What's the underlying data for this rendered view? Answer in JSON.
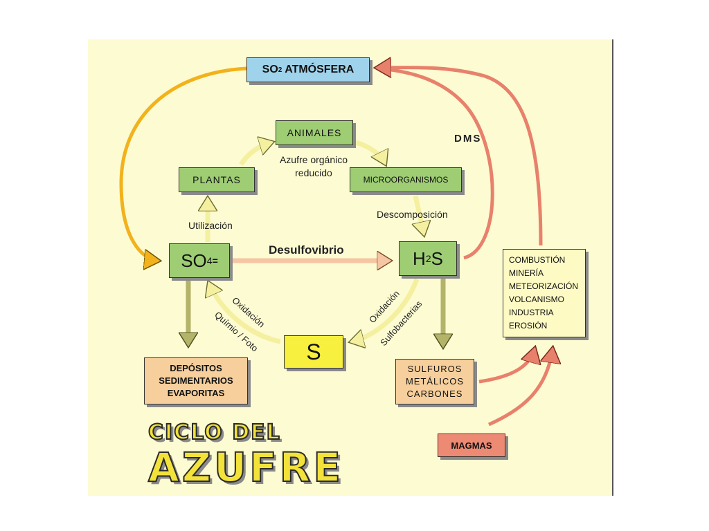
{
  "title": {
    "line1": "CICLO DEL",
    "line2": "AZUFRE"
  },
  "boxes": {
    "so2": {
      "main": "SO",
      "sub": "2",
      "rest": " ATMÓSFERA"
    },
    "animales": "ANIMALES",
    "plantas": "PLANTAS",
    "microorganismos": "MICROORGANISMOS",
    "so4": {
      "main": "SO",
      "sub": "4",
      "sup": "="
    },
    "h2s": {
      "a": "H",
      "sub": "2",
      "b": "S"
    },
    "s": "S",
    "depositos": [
      "DEPÓSITOS",
      "SEDIMENTARIOS",
      "EVAPORITAS"
    ],
    "sulfuros": [
      "SULFUROS",
      "METÁLICOS",
      "CARBONES"
    ],
    "fuentes": [
      "COMBUSTIÓN",
      "MINERÍA",
      "METEORIZACIÓN",
      "VOLCANISMO",
      "INDUSTRIA",
      "EROSIÓN"
    ],
    "magmas": "MAGMAS"
  },
  "labels": {
    "azufre_organico": [
      "Azufre orgánico",
      "reducido"
    ],
    "utilizacion": "Utilización",
    "descomposicion": "Descomposición",
    "desulfovibrio": "Desulfovibrio",
    "dms": "DMS",
    "oxidacion_left": "Oxidación",
    "quimio_foto": "Químio / Foto",
    "oxidacion_right": "Oxidación",
    "sulfobacterias": "Sulfobacterias"
  },
  "colors": {
    "background": "#fdfbd2",
    "green_box": "#9ecd74",
    "blue_box": "#9fd3ec",
    "yellow_box": "#f8f03e",
    "tan_box": "#f6cf9c",
    "salmon_box": "#ed8a74",
    "orange_arrow": "#f2b21c",
    "red_arrow": "#e8816c",
    "olive_arrow": "#b3b36a",
    "pale_arrow": "#f4f0a0",
    "title_yellow": "#f2e23a"
  }
}
